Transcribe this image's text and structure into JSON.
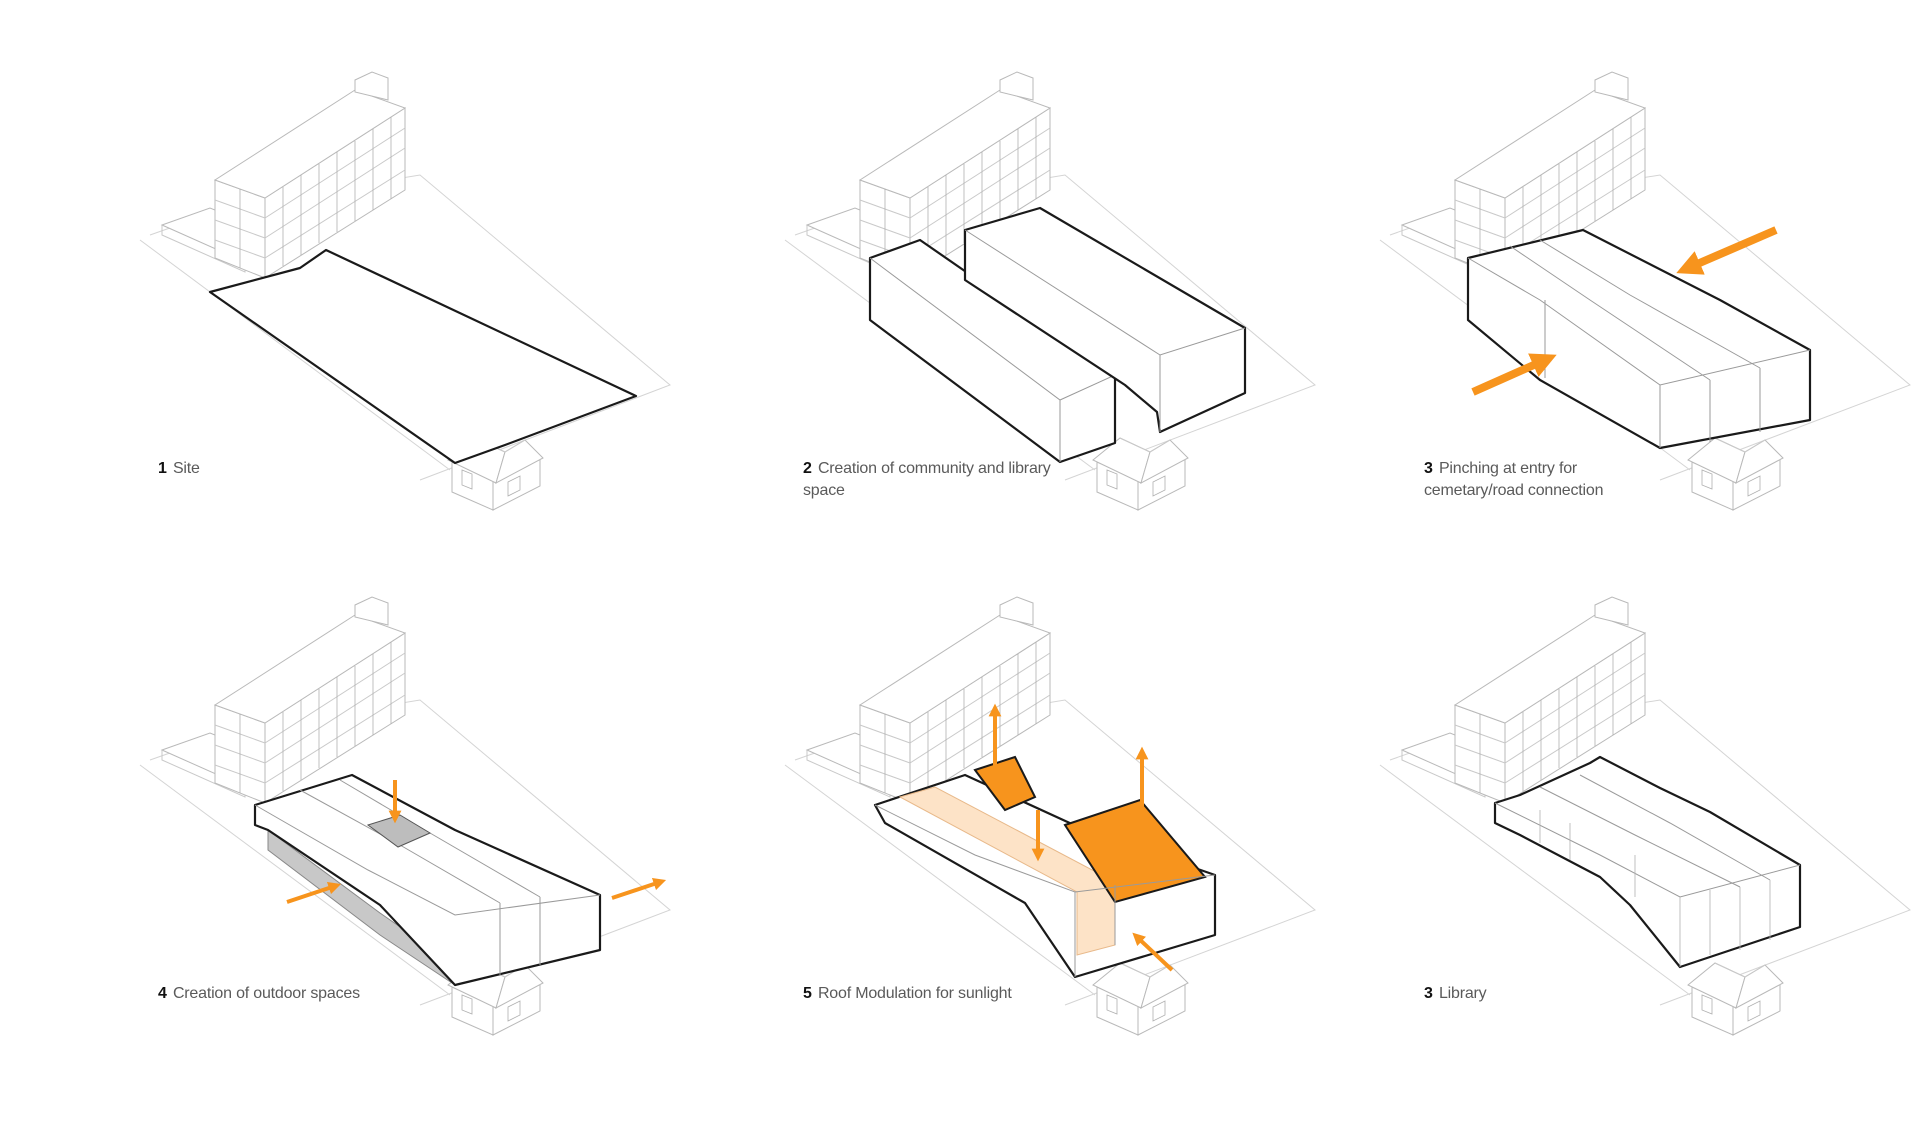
{
  "colors": {
    "accent": "#f7941d",
    "accent_light": "#fde3c7",
    "shadow_gray": "#c8c8c8",
    "outline": "#1a1a1a",
    "context_line": "#c9c9c9"
  },
  "steps": [
    {
      "number": "1",
      "text": "Site"
    },
    {
      "number": "2",
      "text": "Creation of community and library",
      "text2": "space"
    },
    {
      "number": "3",
      "text": "Pinching at entry for",
      "text2": "cemetary/road connection"
    },
    {
      "number": "4",
      "text": "Creation of outdoor spaces"
    },
    {
      "number": "5",
      "text": "Roof Modulation for sunlight"
    },
    {
      "number": "3",
      "text": "Library"
    }
  ]
}
